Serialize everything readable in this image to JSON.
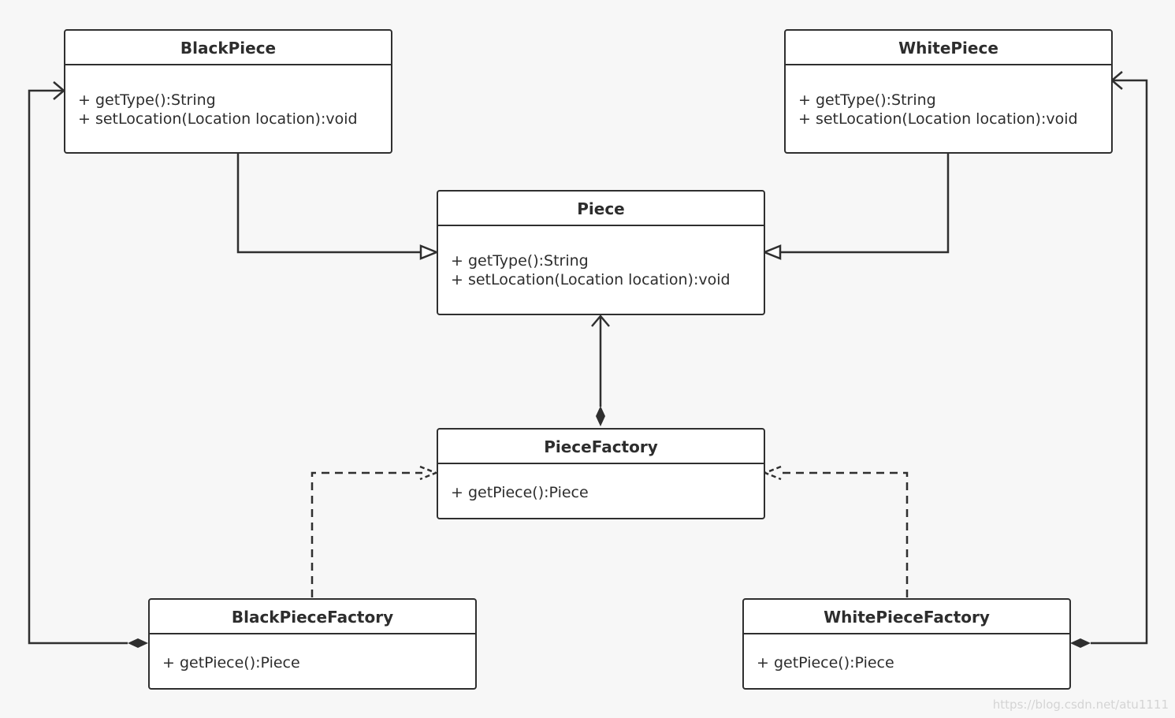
{
  "diagram": {
    "classes": {
      "black_piece": {
        "name": "BlackPiece",
        "methods": [
          "+ getType():String",
          "+ setLocation(Location location):void"
        ]
      },
      "white_piece": {
        "name": "WhitePiece",
        "methods": [
          "+ getType():String",
          "+ setLocation(Location location):void"
        ]
      },
      "piece": {
        "name": "Piece",
        "methods": [
          "+ getType():String",
          "+ setLocation(Location location):void"
        ]
      },
      "piece_factory": {
        "name": "PieceFactory",
        "methods": [
          "+ getPiece():Piece"
        ]
      },
      "black_piece_factory": {
        "name": "BlackPieceFactory",
        "methods": [
          "+ getPiece():Piece"
        ]
      },
      "white_piece_factory": {
        "name": "WhitePieceFactory",
        "methods": [
          "+ getPiece():Piece"
        ]
      }
    },
    "relations": [
      {
        "from": "BlackPiece",
        "to": "Piece",
        "type": "generalization"
      },
      {
        "from": "WhitePiece",
        "to": "Piece",
        "type": "generalization"
      },
      {
        "from": "PieceFactory",
        "to": "Piece",
        "type": "composition-navigable"
      },
      {
        "from": "BlackPieceFactory",
        "to": "PieceFactory",
        "type": "dependency"
      },
      {
        "from": "WhitePieceFactory",
        "to": "PieceFactory",
        "type": "dependency"
      },
      {
        "from": "BlackPieceFactory",
        "to": "BlackPiece",
        "type": "composition-navigable"
      },
      {
        "from": "WhitePieceFactory",
        "to": "WhitePiece",
        "type": "composition-navigable"
      }
    ],
    "colors": {
      "line": "#2f2f2f",
      "box_fill": "#ffffff",
      "background": "#f7f7f7"
    }
  },
  "watermark": "https://blog.csdn.net/atu1111"
}
